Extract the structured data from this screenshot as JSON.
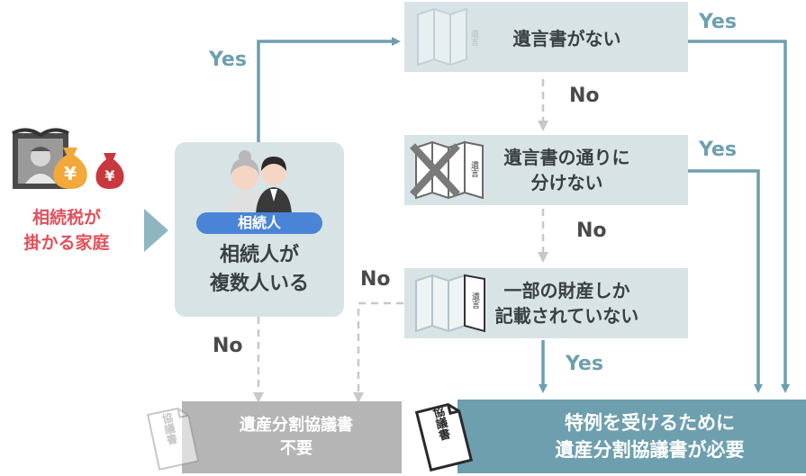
{
  "start": {
    "line1": "相続税が",
    "line2": "掛かる家庭"
  },
  "q_heirs": {
    "badge": "相続人",
    "line1": "相続人が",
    "line2": "複数人いる"
  },
  "node_no_will": {
    "text": "遺言書がない",
    "doc_mark": "遺言"
  },
  "node_cannot_divide": {
    "line1": "遺言書の通りに",
    "line2": "分けない",
    "doc_mark": "遺言"
  },
  "node_partial": {
    "line1": "一部の財産しか",
    "line2": "記載されていない",
    "doc_mark": "遺言"
  },
  "result_not_needed": {
    "line1": "遺産分割協議書",
    "line2": "不要",
    "doc_mark": "協議書"
  },
  "result_needed": {
    "line1": "特例を受けるために",
    "line2": "遺産分割協議書が必要",
    "doc_mark": "協議書"
  },
  "edge_labels": {
    "heirs_yes": "Yes",
    "heirs_no": "No",
    "no_will_yes": "Yes",
    "no_will_no": "No",
    "cannot_divide_yes": "Yes",
    "cannot_divide_no": "No",
    "partial_yes": "Yes",
    "partial_no": "No"
  },
  "colors": {
    "teal": "#6e9fae",
    "box": "#d8e3e6",
    "grey_result": "#b5b5b5",
    "teal_result": "#6e9fae",
    "red": "#e0505a",
    "gold": "#f2a83a"
  },
  "icons": [
    "memorial-portrait-icon",
    "money-bag-icon",
    "heirs-couple-icon",
    "will-document-icon",
    "crossed-will-icon",
    "agreement-document-icon"
  ]
}
